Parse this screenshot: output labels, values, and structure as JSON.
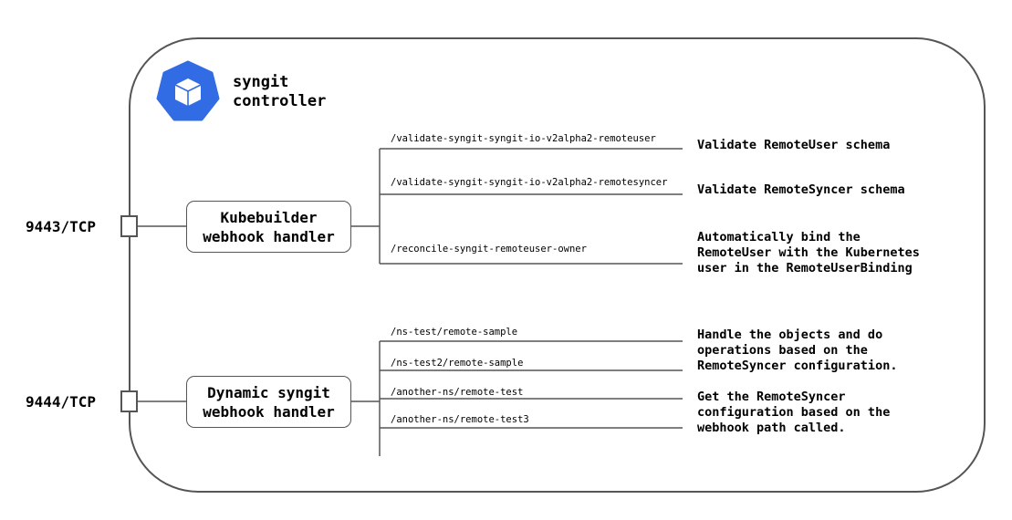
{
  "controller": {
    "title": "syngit\ncontroller",
    "logo_icon": "kubernetes-cube-icon",
    "brand_color": "#326CE5"
  },
  "ports": [
    {
      "label": "9443/TCP"
    },
    {
      "label": "9444/TCP"
    }
  ],
  "handlers": [
    {
      "label": "Kubebuilder\nwebhook handler"
    },
    {
      "label": "Dynamic syngit\nwebhook handler"
    }
  ],
  "kubebuilder_paths": [
    {
      "path": "/validate-syngit-syngit-io-v2alpha2-remoteuser"
    },
    {
      "path": "/validate-syngit-syngit-io-v2alpha2-remotesyncer"
    },
    {
      "path": "/reconcile-syngit-remoteuser-owner"
    }
  ],
  "kubebuilder_descriptions": [
    {
      "text": "Validate RemoteUser schema"
    },
    {
      "text": "Validate RemoteSyncer schema"
    },
    {
      "text": "Automatically bind the\nRemoteUser with the Kubernetes\nuser in the RemoteUserBinding"
    }
  ],
  "dynamic_paths": [
    {
      "path": "/ns-test/remote-sample"
    },
    {
      "path": "/ns-test2/remote-sample"
    },
    {
      "path": "/another-ns/remote-test"
    },
    {
      "path": "/another-ns/remote-test3"
    }
  ],
  "dynamic_descriptions": [
    {
      "text": "Handle the objects and do\noperations based on the\nRemoteSyncer configuration."
    },
    {
      "text": "Get the RemoteSyncer\nconfiguration based on the\nwebhook path called."
    }
  ]
}
